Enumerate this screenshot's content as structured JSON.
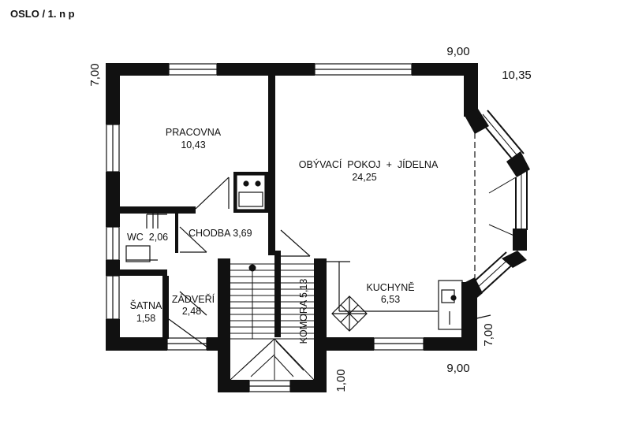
{
  "title": "OSLO / 1. n p",
  "rooms": {
    "pracovna": {
      "name": "PRACOVNA",
      "area": "10,43"
    },
    "obyvaci": {
      "name": "OBÝVACÍ  POKOJ  +  JÍDELNA",
      "area": "24,25"
    },
    "chodba": {
      "name": "CHODBA 3,69"
    },
    "wc": {
      "name": "WC  2,06"
    },
    "satna": {
      "name": "ŠATNA",
      "area": "1,58"
    },
    "zadveri": {
      "name": "ZÁDVEŘÍ",
      "area": "2,48"
    },
    "komora": {
      "name": "KOMORA 5,13"
    },
    "kuchyne": {
      "name": "KUCHYNĚ",
      "area": "6,53"
    }
  },
  "dimensions": {
    "top": "9,00",
    "bay": "10,35",
    "left": "7,00",
    "right": "7,00",
    "bottom": "9,00",
    "stair": "1,00"
  },
  "colors": {
    "wall": "#111111",
    "background": "#ffffff"
  }
}
